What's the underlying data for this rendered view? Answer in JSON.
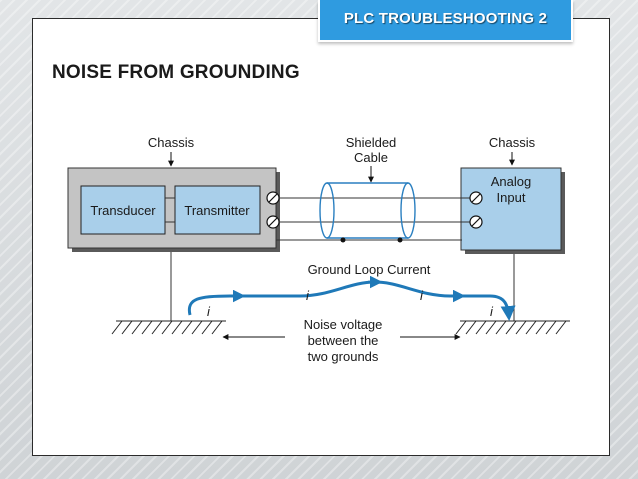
{
  "slide": {
    "tab_title": "PLC TROUBLESHOOTING 2",
    "heading": "NOISE FROM GROUNDING"
  },
  "diagram": {
    "label_chassis_left": "Chassis",
    "label_shielded_1": "Shielded",
    "label_shielded_2": "Cable",
    "label_chassis_right": "Chassis",
    "box_transducer": "Transducer",
    "box_transmitter": "Transmitter",
    "box_analog_1": "Analog",
    "box_analog_2": "Input",
    "ground_loop_label": "Ground Loop Current",
    "current_symbol": "i",
    "noise_line_1": "Noise voltage",
    "noise_line_2": "between the",
    "noise_line_3": "two grounds"
  },
  "colors": {
    "accent": "#2f9be0",
    "box_fill": "#a9cfea",
    "chassis_fill": "#c4c4c4",
    "loop_arrow": "#1f79b8"
  }
}
